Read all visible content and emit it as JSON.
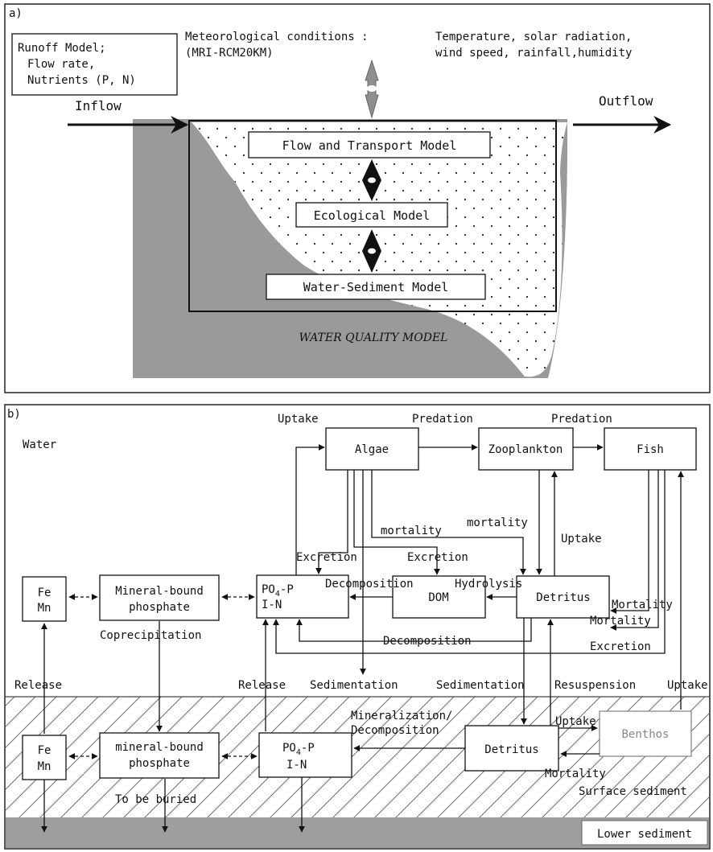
{
  "panel_a": {
    "tag": "a)",
    "runoff_box": {
      "line1": "Runoff Model;",
      "line2": "Flow rate,",
      "line3": "Nutrients (P, N)"
    },
    "meteo_title": "Meteorological conditions :",
    "meteo_source": "(MRI-RCM20KM)",
    "meteo_vars_line1": "Temperature, solar radiation,",
    "meteo_vars_line2": "wind speed, rainfall,humidity",
    "inflow": "Inflow",
    "outflow": "Outflow",
    "flow_model": "Flow and Transport Model",
    "eco_model": "Ecological Model",
    "sed_model": "Water-Sediment Model",
    "wq_model": "WATER QUALITY MODEL"
  },
  "panel_b": {
    "tag": "b)",
    "water": "Water",
    "nodes": {
      "algae": "Algae",
      "zooplankton": "Zooplankton",
      "fish": "Fish",
      "fe_mn_top_1": "Fe",
      "fe_mn_top_2": "Mn",
      "mineral_bound_top_1": "Mineral-bound",
      "mineral_bound_top_2": "phosphate",
      "po4_top_1": "PO",
      "po4_top_sub": "4",
      "po4_top_suffix": "-P",
      "po4_top_2": "I-N",
      "dom": "DOM",
      "detritus_top": "Detritus",
      "fe_mn_bot_1": "Fe",
      "fe_mn_bot_2": "Mn",
      "mineral_bound_bot_1": "mineral-bound",
      "mineral_bound_bot_2": "phosphate",
      "po4_bot_1": "PO",
      "po4_bot_sub": "4",
      "po4_bot_suffix": "-P",
      "po4_bot_2": "I-N",
      "detritus_bot": "Detritus",
      "benthos": "Benthos"
    },
    "labels": {
      "uptake_top": "Uptake",
      "predation_1": "Predation",
      "predation_2": "Predation",
      "mortality_1": "mortality",
      "mortality_2": "mortality",
      "uptake_fish": "Uptake",
      "excretion_1": "Excretion",
      "excretion_2": "Excretion",
      "decomposition_1": "Decomposition",
      "hydrolysis": "Hydrolysis",
      "mortality_fish": "Mortality",
      "mortality_fish_2": "Mortality",
      "excretion_fish": "Excretion",
      "decomposition_2": "Decomposition",
      "coprecipitation": "Coprecipitation",
      "release_left": "Release",
      "release_mid": "Release",
      "sedimentation_1": "Sedimentation",
      "sedimentation_2": "Sedimentation",
      "resuspension": "Resuspension",
      "uptake_right": "Uptake",
      "mineralization_1": "Mineralization/",
      "mineralization_2": "Decomposition",
      "uptake_benthos": "Uptake",
      "mortality_benthos": "Mortality",
      "to_be_buried": "To be buried",
      "surface_sediment": "Surface sediment",
      "lower_sediment": "Lower sediment"
    }
  }
}
